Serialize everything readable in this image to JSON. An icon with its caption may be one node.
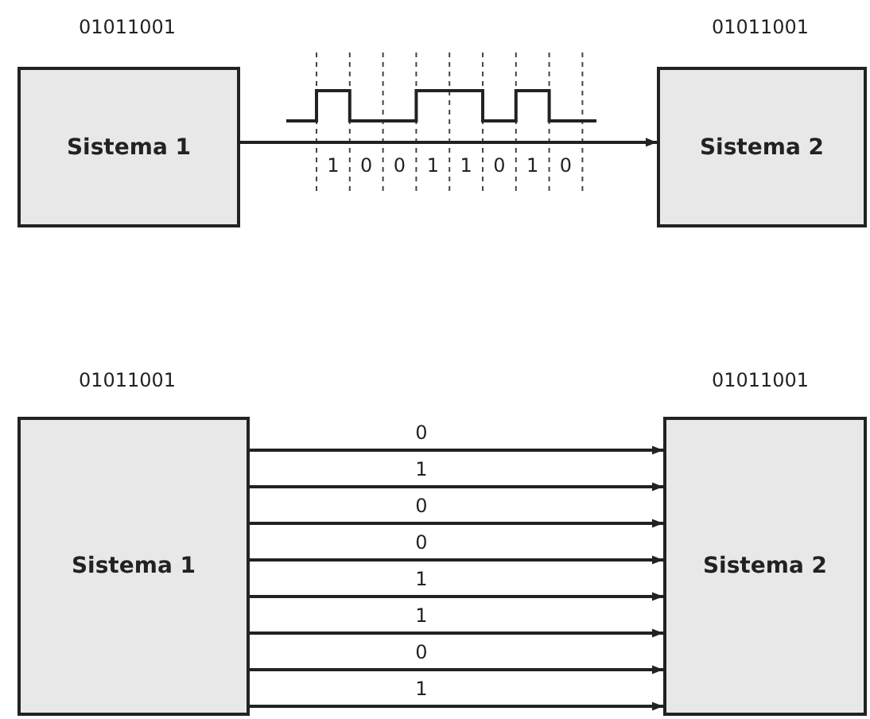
{
  "diagram": {
    "nodes": [
      {
        "text": [
          "Sistema 1"
        ],
        "beside": [
          "01011001"
        ]
      },
      {
        "text": [
          "Sistema 2"
        ],
        "beside": [
          "01011001"
        ]
      },
      {
        "text": [
          "Sistema 1"
        ],
        "beside": [
          "01011001"
        ]
      },
      {
        "text": [
          "Sistema 2"
        ],
        "beside": [
          "01011001"
        ]
      }
    ],
    "edges": [
      {
        "from": 0,
        "to": 1,
        "arrow": "to"
      },
      {
        "from": 2,
        "to": 3,
        "arrow": "to",
        "label": "0"
      },
      {
        "from": 2,
        "to": 3,
        "arrow": "to",
        "label": "1"
      },
      {
        "from": 2,
        "to": 3,
        "arrow": "to",
        "label": "0"
      },
      {
        "from": 2,
        "to": 3,
        "arrow": "to",
        "label": "0"
      },
      {
        "from": 2,
        "to": 3,
        "arrow": "to",
        "label": "1"
      },
      {
        "from": 2,
        "to": 3,
        "arrow": "to",
        "label": "1"
      },
      {
        "from": 2,
        "to": 3,
        "arrow": "to",
        "label": "0"
      },
      {
        "from": 2,
        "to": 3,
        "arrow": "to",
        "label": "1"
      }
    ],
    "labels": [
      "1",
      "0",
      "0",
      "1",
      "1",
      "0",
      "1",
      "0"
    ]
  }
}
